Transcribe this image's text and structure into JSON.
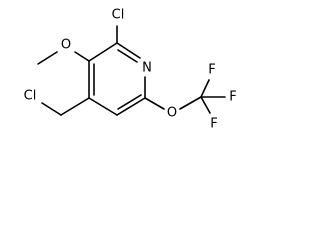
{
  "molecule": {
    "atoms": {
      "cl_top": "Cl",
      "o_methoxy": "O",
      "n_ring": "N",
      "cl_chloromethyl": "Cl",
      "o_trifluoromethoxy": "O",
      "f_top": "F",
      "f_right": "F",
      "f_bottom": "F"
    }
  },
  "colors": {
    "bond": "#000000",
    "label": "#000000",
    "background": "#ffffff"
  }
}
